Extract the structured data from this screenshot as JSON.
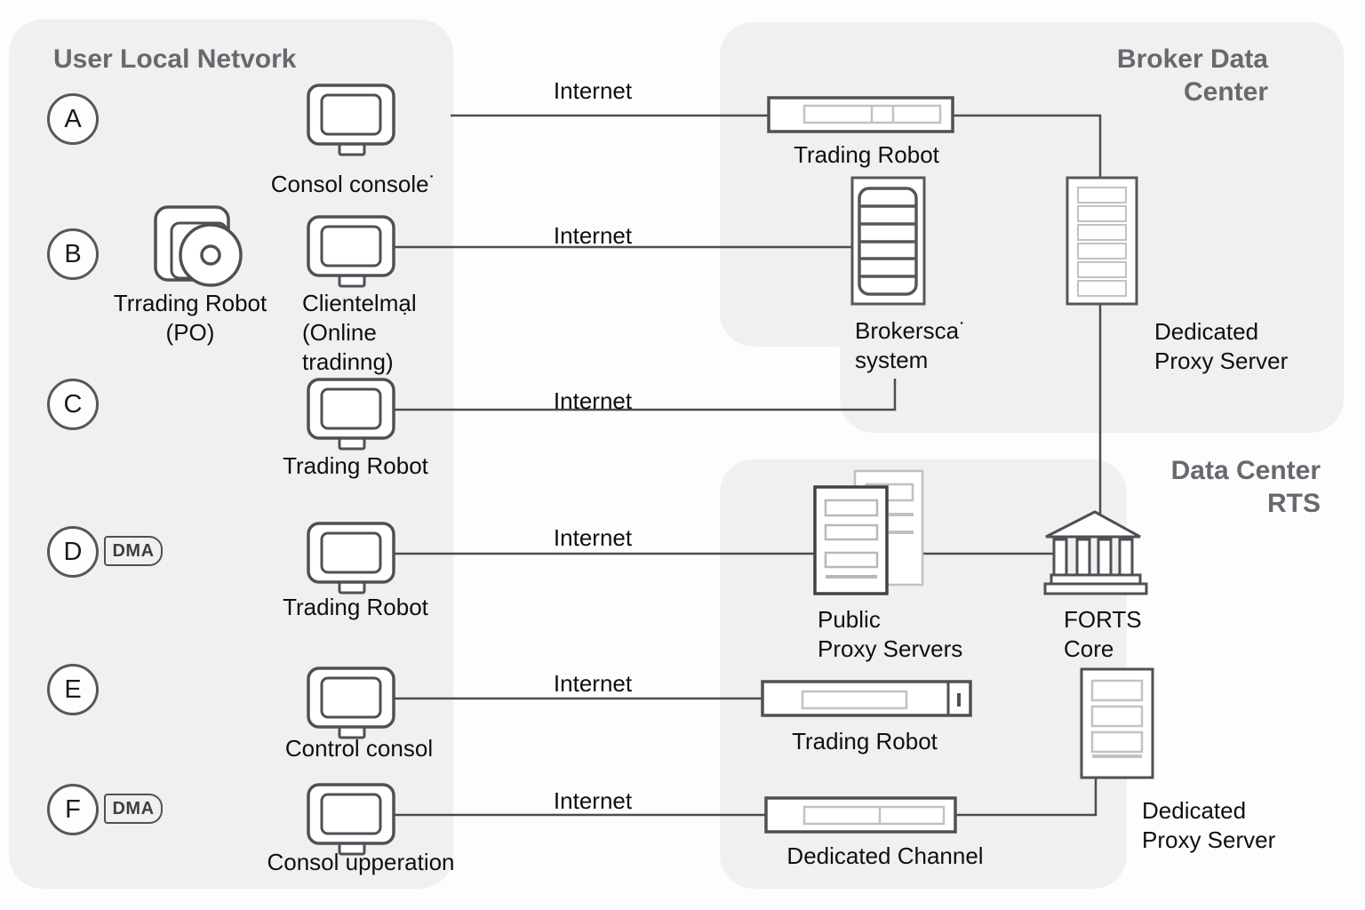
{
  "panels": {
    "user_local_network": {
      "title": "User Local Netvork"
    },
    "broker_data_center": {
      "title": "Broker Data\nCenter"
    },
    "data_center_rts": {
      "title": "Data Center\nRTS"
    }
  },
  "rows": {
    "a": {
      "letter": "A",
      "internet": "Internet",
      "local_label": "Consol console˙",
      "remote_label": "Trading Robot"
    },
    "b": {
      "letter": "B",
      "internet": "Internet",
      "software_label": "Trrading Robot\n(PO)",
      "local_label": "Clientelmạl\n(Online\ntradinng)",
      "remote_label": "Brokersca˙\nsystem"
    },
    "c": {
      "letter": "C",
      "internet": "Internet",
      "local_label": "Trading Robot"
    },
    "d": {
      "letter": "D",
      "badge": "DMA",
      "internet": "Internet",
      "local_label": "Trading Robot",
      "remote_label": "Public\nProxy Servers"
    },
    "e": {
      "letter": "E",
      "internet": "Internet",
      "local_label": "Control consol",
      "remote_label": "Trading Robot"
    },
    "f": {
      "letter": "F",
      "badge": "DMA",
      "internet": "Internet",
      "local_label": "Consol upperation",
      "remote_label": "Dedicated Channel"
    }
  },
  "servers": {
    "broker_proxy_label": "Dedicated\nProxy Server",
    "forts_core_label": "FORTS\nCore",
    "rts_proxy_label": "Dedicated\nProxy Server"
  },
  "colors": {
    "panel_bg": "#f0f0f1",
    "header_text": "#66696d",
    "label_text": "#0f0f0f",
    "stroke_dark": "#4d5156",
    "stroke_light": "#c2c2c2",
    "connection_line": "#4d4d4d"
  }
}
